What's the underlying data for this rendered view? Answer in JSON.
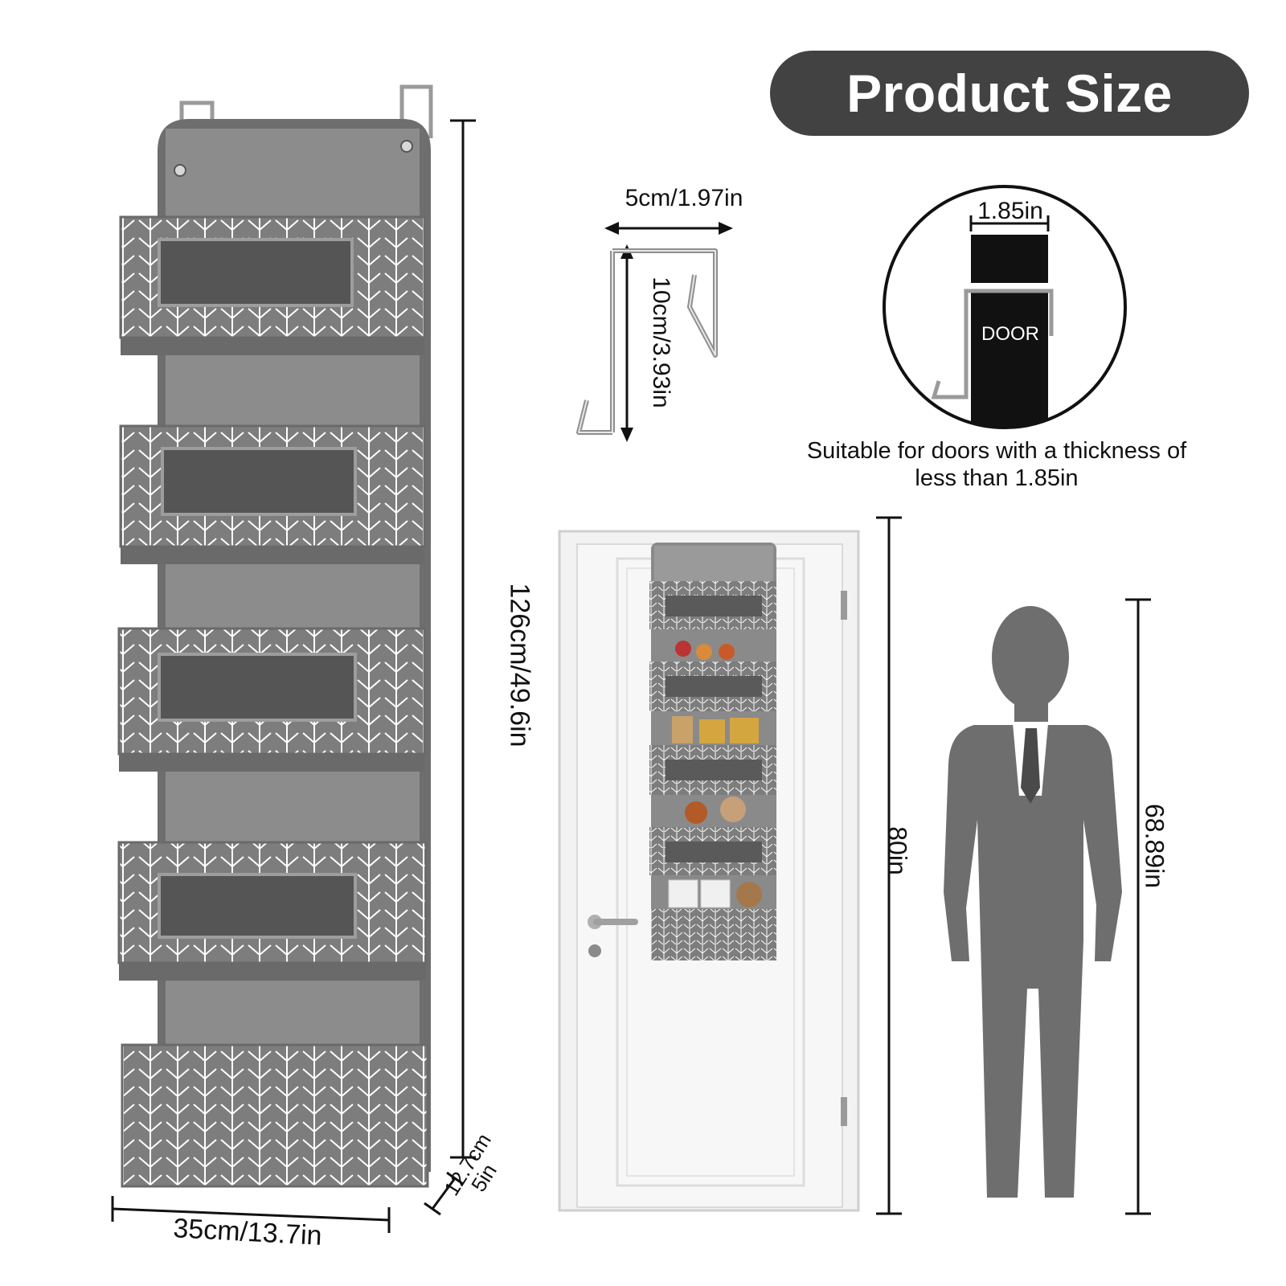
{
  "title": "Product Size",
  "organizer": {
    "height_label": "126cm/49.6in",
    "width_label": "35cm/13.7in",
    "depth_label_cm": "12.7cm",
    "depth_label_in": "5in",
    "pockets": 5
  },
  "hook": {
    "width_label": "5cm/1.97in",
    "height_label": "10cm/3.93in"
  },
  "door_detail": {
    "thickness_label": "1.85in",
    "door_text": "DOOR",
    "note_line1": "Suitable for doors with a thickness of",
    "note_line2": "less than 1.85in"
  },
  "scene": {
    "door_height_label": "80in",
    "person_height_label": "68.89in"
  },
  "colors": {
    "pill": "#424242",
    "fabric": "#7d7d7d",
    "fabric_dark": "#6a6a6a",
    "pattern": "#ffffff",
    "silhouette": "#6e6e6e"
  }
}
